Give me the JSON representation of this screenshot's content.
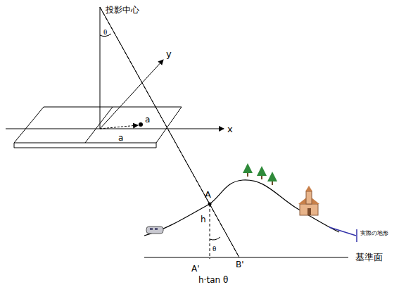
{
  "diagram": {
    "labels": [
      "投影中心",
      "θ",
      "y",
      "a",
      "a",
      "x",
      "A",
      "h",
      "θ",
      "実際の地形",
      "基準面",
      "A'",
      "B'",
      "h·tan θ"
    ]
  }
}
